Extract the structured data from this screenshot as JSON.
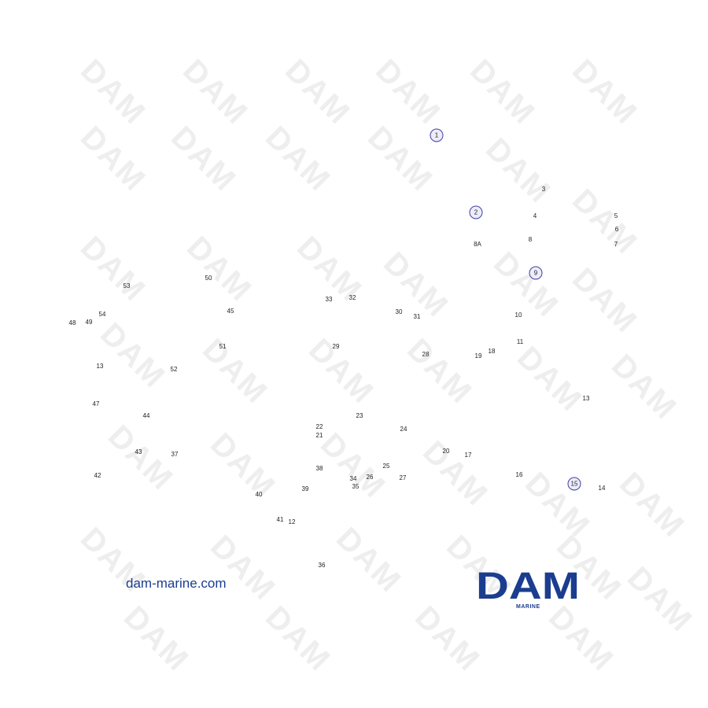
{
  "watermark_text": "DAM",
  "site_url": "dam-marine.com",
  "logo": {
    "text": "DAM",
    "subtext": "MARINE",
    "color": "#1a3d8f"
  },
  "callouts": [
    {
      "label": "1",
      "circled": true
    },
    {
      "label": "2",
      "circled": true
    },
    {
      "label": "3"
    },
    {
      "label": "4"
    },
    {
      "label": "5"
    },
    {
      "label": "6"
    },
    {
      "label": "7"
    },
    {
      "label": "8"
    },
    {
      "label": "8A"
    },
    {
      "label": "9",
      "circled": true
    },
    {
      "label": "10"
    },
    {
      "label": "11"
    },
    {
      "label": "12"
    },
    {
      "label": "13"
    },
    {
      "label": "13"
    },
    {
      "label": "14"
    },
    {
      "label": "15",
      "circled": true
    },
    {
      "label": "16"
    },
    {
      "label": "17"
    },
    {
      "label": "18"
    },
    {
      "label": "19"
    },
    {
      "label": "20"
    },
    {
      "label": "21"
    },
    {
      "label": "22"
    },
    {
      "label": "23"
    },
    {
      "label": "24"
    },
    {
      "label": "25"
    },
    {
      "label": "26"
    },
    {
      "label": "27"
    },
    {
      "label": "28"
    },
    {
      "label": "29"
    },
    {
      "label": "30"
    },
    {
      "label": "31"
    },
    {
      "label": "32"
    },
    {
      "label": "33"
    },
    {
      "label": "34"
    },
    {
      "label": "35"
    },
    {
      "label": "36"
    },
    {
      "label": "37"
    },
    {
      "label": "38"
    },
    {
      "label": "39"
    },
    {
      "label": "40"
    },
    {
      "label": "41"
    },
    {
      "label": "42"
    },
    {
      "label": "43"
    },
    {
      "label": "44"
    },
    {
      "label": "45"
    },
    {
      "label": "47"
    },
    {
      "label": "48"
    },
    {
      "label": "49"
    },
    {
      "label": "50"
    },
    {
      "label": "51"
    },
    {
      "label": "52"
    },
    {
      "label": "53"
    },
    {
      "label": "54"
    }
  ]
}
